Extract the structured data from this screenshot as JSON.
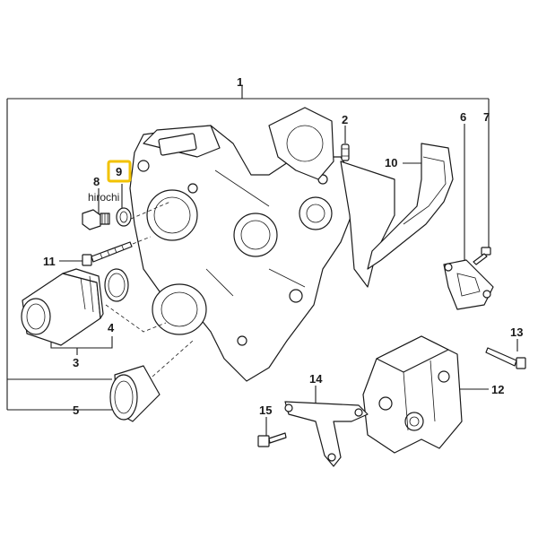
{
  "diagram": {
    "callouts": [
      "1",
      "2",
      "3",
      "4",
      "5",
      "6",
      "7",
      "8",
      "9",
      "10",
      "11",
      "12",
      "13",
      "14",
      "15"
    ],
    "highlighted_callout": "9",
    "highlight_color": "#f2c200",
    "watermark": "hirochi"
  }
}
